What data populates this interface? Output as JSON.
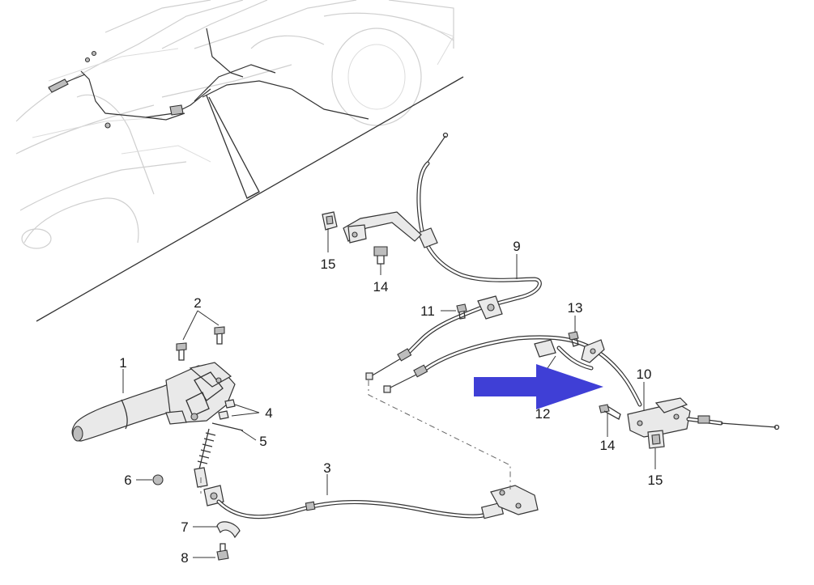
{
  "diagram": {
    "callouts": [
      {
        "id": "c1",
        "label": "1"
      },
      {
        "id": "c2",
        "label": "2"
      },
      {
        "id": "c3",
        "label": "3"
      },
      {
        "id": "c4",
        "label": "4"
      },
      {
        "id": "c5",
        "label": "5"
      },
      {
        "id": "c6",
        "label": "6"
      },
      {
        "id": "c7",
        "label": "7"
      },
      {
        "id": "c8",
        "label": "8"
      },
      {
        "id": "c9",
        "label": "9"
      },
      {
        "id": "c10",
        "label": "10"
      },
      {
        "id": "c11",
        "label": "11"
      },
      {
        "id": "c12",
        "label": "12"
      },
      {
        "id": "c13",
        "label": "13"
      },
      {
        "id": "c14a",
        "label": "14"
      },
      {
        "id": "c14b",
        "label": "14"
      },
      {
        "id": "c15a",
        "label": "15"
      },
      {
        "id": "c15b",
        "label": "15"
      }
    ],
    "arrow_color": "#3f3fd6"
  }
}
